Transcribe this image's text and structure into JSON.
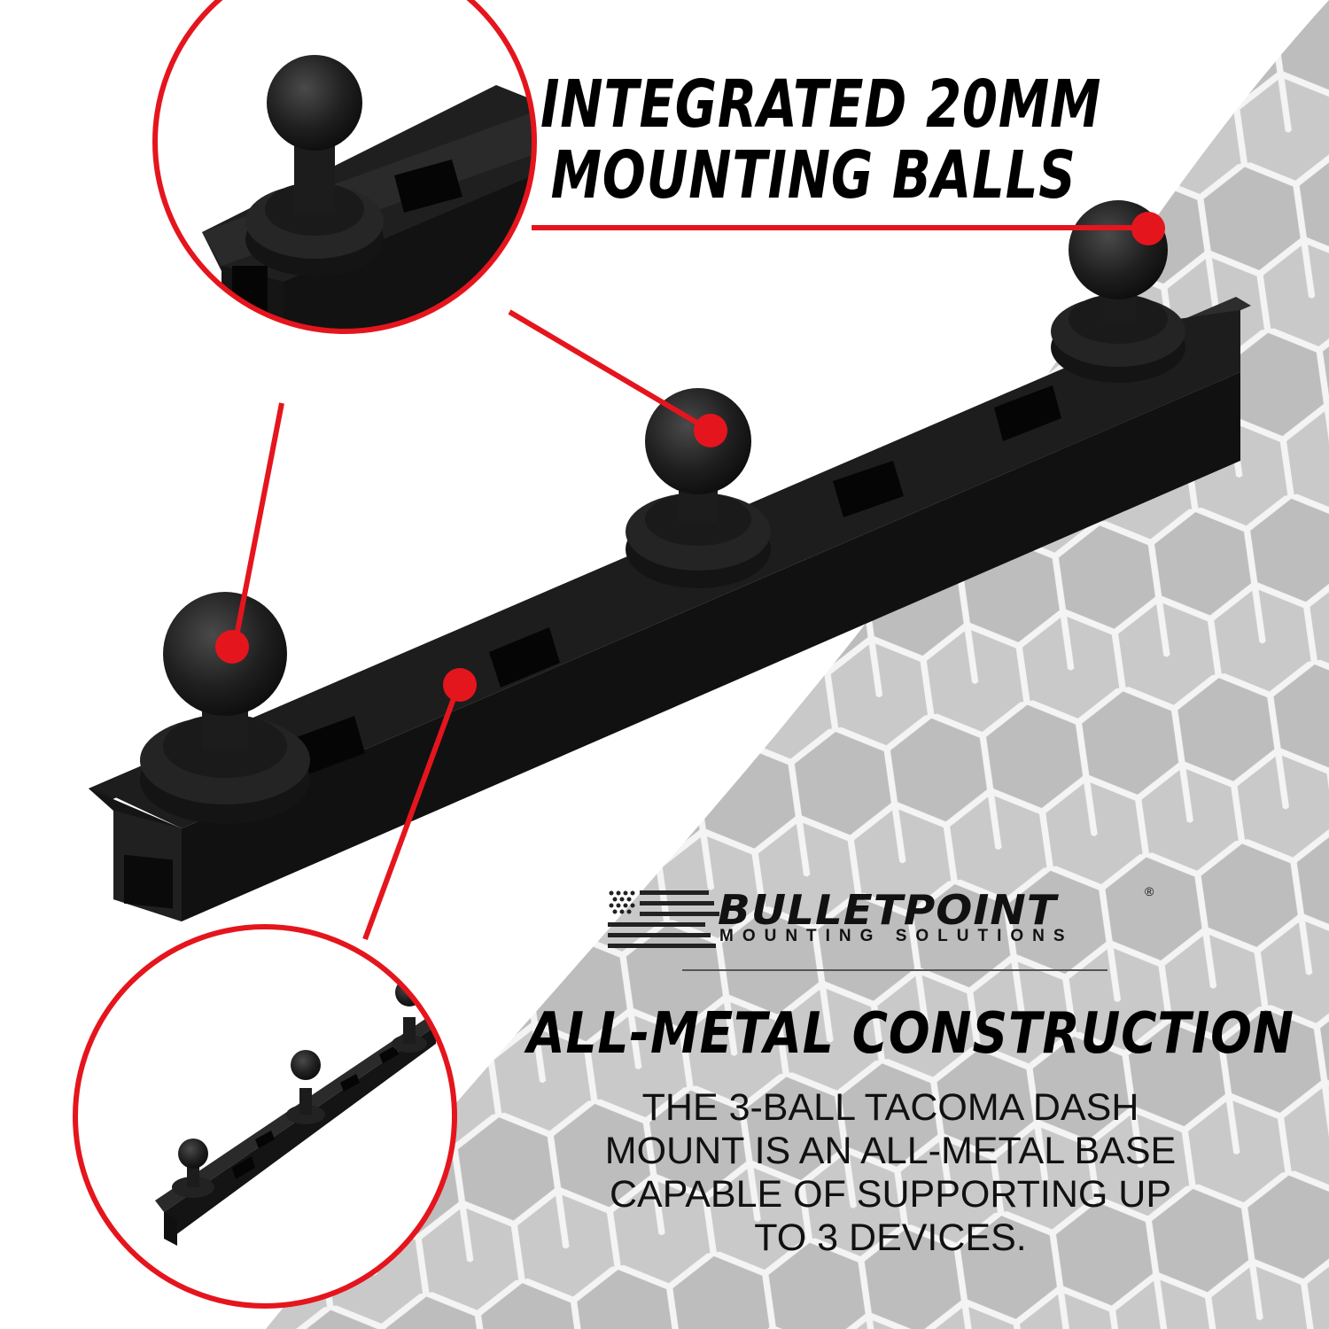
{
  "callout_heading": {
    "line1": "INTEGRATED 20MM",
    "line2": "MOUNTING BALLS"
  },
  "brand": {
    "name": "BULLETPOINT",
    "registered_mark": "®",
    "tagline": "MOUNTING SOLUTIONS"
  },
  "feature_heading": "ALL-METAL CONSTRUCTION",
  "feature_body": {
    "line1": "THE 3-BALL TACOMA DASH",
    "line2": "MOUNT IS AN ALL-METAL BASE",
    "line3": "CAPABLE OF SUPPORTING UP",
    "line4": "TO 3 DEVICES."
  },
  "colors": {
    "accent_red": "#e5151d",
    "product_black": "#1a1a1a",
    "text": "#000000",
    "background": "#ffffff",
    "carbon_gray": "#c8c8c8"
  },
  "icons": [
    "flag-bullets-logo-icon",
    "callout-dot-icon"
  ]
}
